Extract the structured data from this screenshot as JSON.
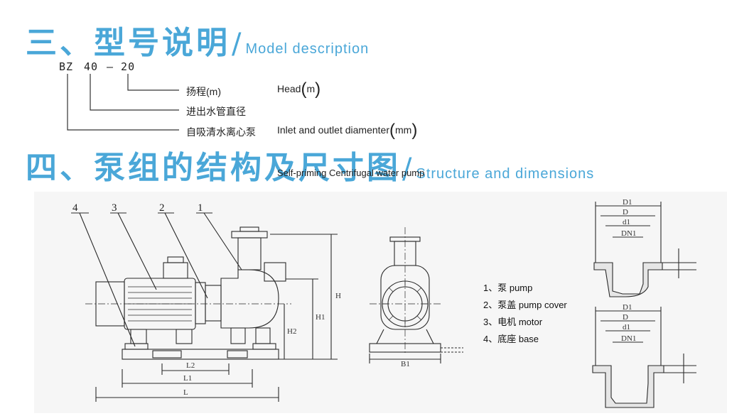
{
  "section3": {
    "cn": "三、型号说明",
    "en": "Model description"
  },
  "model_code": {
    "p1": "BZ",
    "p2": "40",
    "p3": "– 20"
  },
  "model_rows": [
    {
      "cn": "扬程(m)",
      "en": "Head",
      "unit": "m"
    },
    {
      "cn": "进出水管直径",
      "en": "",
      "unit": ""
    },
    {
      "cn": "自吸清水离心泵",
      "en": "Inlet and outlet diamenter",
      "unit": "mm"
    }
  ],
  "overlay_text": "Self-priming Centrifugal water pump",
  "section4": {
    "cn": "四、泵组的结构及尺寸图",
    "en": "Structure and dimensions"
  },
  "legend": [
    "1、泵 pump",
    "2、泵盖 pump cover",
    "3、电机 motor",
    "4、底座 base"
  ],
  "part_numbers": [
    "4",
    "3",
    "2",
    "1"
  ],
  "dims": {
    "L": "L",
    "L1": "L1",
    "L2": "L2",
    "H": "H",
    "H1": "H1",
    "H2": "H2",
    "B1": "B1",
    "D1": "D1",
    "D": "D",
    "d1": "d1",
    "DN1": "DN1"
  }
}
